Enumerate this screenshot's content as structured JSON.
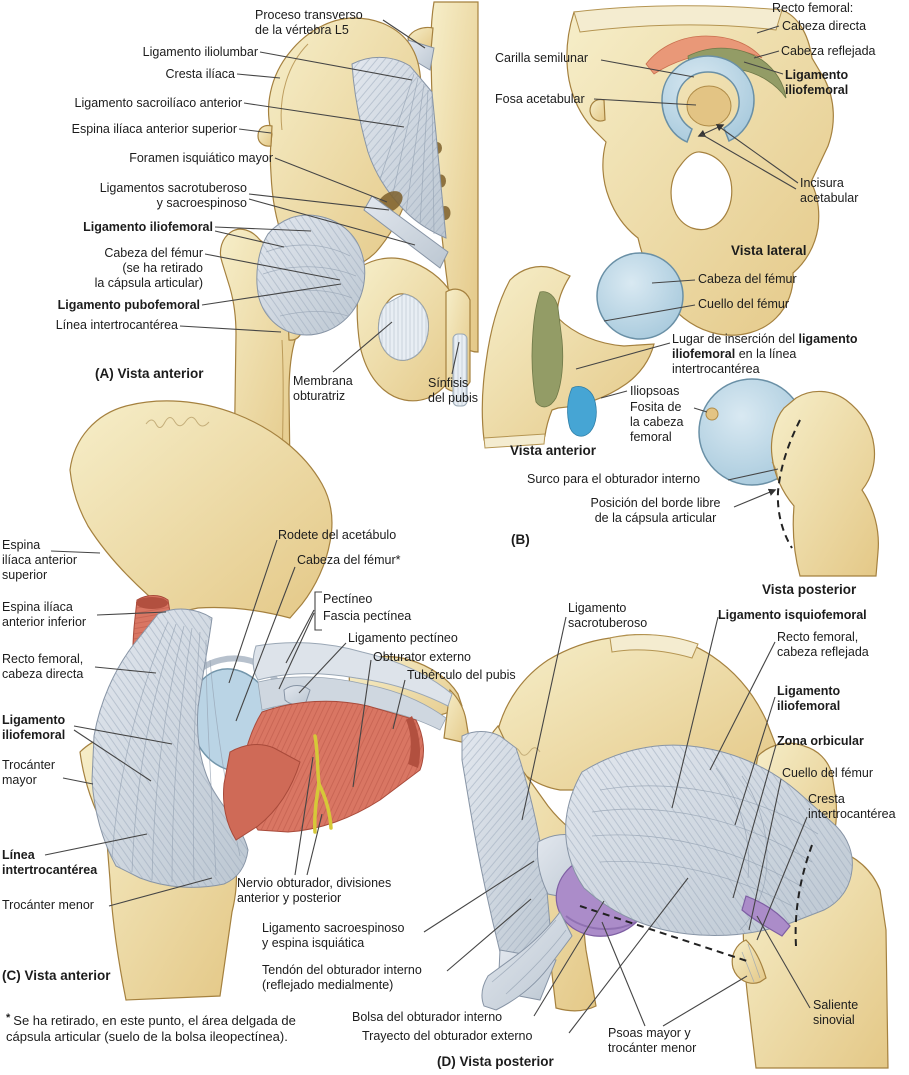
{
  "colors": {
    "background": "#ffffff",
    "bone": "#ecd9a0",
    "bone_shadow": "#d9ba75",
    "cartilage_blue": "#aecfe3",
    "ligament_gray": "#ccd4de",
    "muscle_red": "#d97663",
    "attachment_orange": "#e99878",
    "attachment_green": "#939c66",
    "iliopsoas_blue": "#46a5d4",
    "bursa_purple": "#ab8cc9",
    "nerve_yellow": "#d6c838",
    "label_text": "#1c1c1c",
    "leader_line": "#454545"
  },
  "labels": {
    "a": {
      "proceso": "Proceso transverso\nde la vértebra L5",
      "iliolumbar": "Ligamento iliolumbar",
      "cresta": "Cresta ilíaca",
      "sacroiliaco": "Ligamento sacroilíaco anterior",
      "espina_sup": "Espina ilíaca anterior superior",
      "foramen": "Foramen isquiático mayor",
      "sacrotuberoso": "Ligamentos sacrotuberoso\ny sacroespinoso",
      "iliofemoral": "Ligamento iliofemoral",
      "cabeza": "Cabeza del fémur\n(se ha retirado\nla cápsula articular)",
      "pubofemoral": "Ligamento pubofemoral",
      "linea": "Línea intertrocantérea",
      "caption": "(A) Vista anterior",
      "membrana": "Membrana\nobturatriz",
      "sinfisis": "Sínfisis\ndel pubis"
    },
    "b": {
      "recto_header": "Recto femoral:",
      "directa": "Cabeza directa",
      "reflejada": "Cabeza reflejada",
      "iliofemoral": "Ligamento\niliofemoral",
      "carilla": "Carilla semilunar",
      "fosa": "Fosa acetabular",
      "incisura": "Incisura\nacetabular",
      "vista_lateral": "Vista lateral",
      "cabeza": "Cabeza del fémur",
      "cuello": "Cuello del fémur",
      "lugar_1": "Lugar de inserción del ",
      "lugar_2": "ligamento iliofemoral",
      "lugar_3": " en la línea intertrocantérea",
      "iliopsoas": "Iliopsoas",
      "fosita": "Fosita de\nla cabeza\nfemoral",
      "vista_anterior": "Vista anterior",
      "surco": "Surco para el obturador interno",
      "posicion": "Posición del borde libre\nde la cápsula articular",
      "tag": "(B)",
      "vista_posterior": "Vista posterior"
    },
    "c": {
      "espina_sup": "Espina\nilíaca anterior\nsuperior",
      "espina_inf": "Espina ilíaca\nanterior inferior",
      "recto": "Recto femoral,\ncabeza directa",
      "iliofemoral": "Ligamento\niliofemoral",
      "trocanter_mayor": "Trocánter\nmayor",
      "linea": "Línea\nintertrocantérea",
      "trocanter_menor": "Trocánter menor",
      "caption": "(C) Vista anterior",
      "footnote_star": "*",
      "footnote_text": "Se ha retirado, en este punto, el área delgada de cápsula articular (suelo de la bolsa ileopectínea).",
      "rodete": "Rodete del acetábulo",
      "cabeza": "Cabeza del fémur*",
      "pectineo": "Pectíneo",
      "fascia": "Fascia pectínea",
      "lig_pectineo": "Ligamento pectíneo",
      "obturator": "Obturator externo",
      "tuberculo": "Tubérculo del pubis",
      "nervio": "Nervio obturador, divisiones\nanterior y posterior",
      "sacroespinoso": "Ligamento sacroespinoso\ny espina isquiática",
      "tendon": "Tendón del obturador interno\n(reflejado medialmente)",
      "bolsa": "Bolsa del obturador interno",
      "trayecto": "Trayecto del obturador externo"
    },
    "d": {
      "sacrotuberoso": "Ligamento\nsacrotuberoso",
      "isquiofemoral": "Ligamento isquiofemoral",
      "recto": "Recto femoral,\ncabeza reflejada",
      "iliofemoral": "Ligamento\niliofemoral",
      "zona": "Zona orbicular",
      "cuello": "Cuello del fémur",
      "cresta": "Cresta\nintertrocantérea",
      "saliente": "Saliente\nsinovial",
      "psoas": "Psoas mayor y\ntrocánter menor",
      "caption": "(D) Vista posterior"
    }
  }
}
